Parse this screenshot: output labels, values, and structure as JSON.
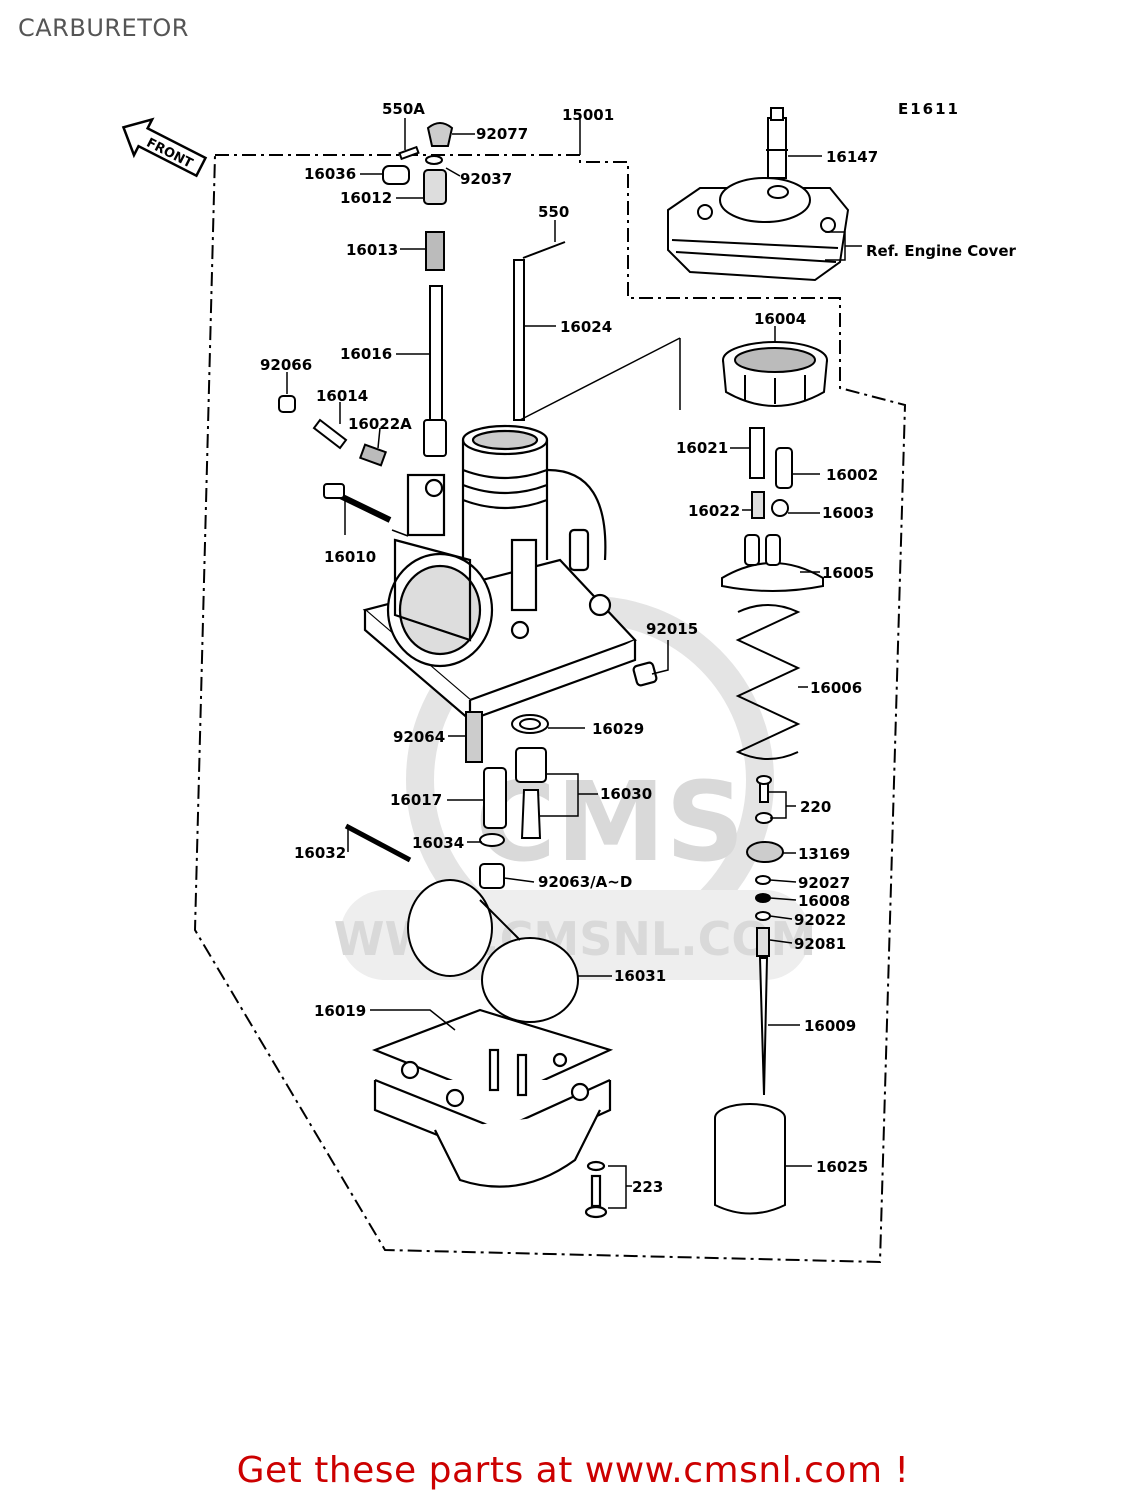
{
  "header": {
    "title": "CARBURETOR",
    "diagram_code": "E1611"
  },
  "front_arrow": "FRONT",
  "watermark": {
    "logo": "CMS",
    "url": "WWW.CMSNL.COM"
  },
  "parts": {
    "p550A": "550A",
    "p92077": "92077",
    "p15001": "15001",
    "p16147": "16147",
    "p16036": "16036",
    "p92037": "92037",
    "p16012": "16012",
    "p550": "550",
    "p16013": "16013",
    "ref_engine_cover": "Ref. Engine Cover",
    "p16004": "16004",
    "p16024": "16024",
    "p16016": "16016",
    "p92066": "92066",
    "p16014": "16014",
    "p16022A": "16022A",
    "p16021": "16021",
    "p16002": "16002",
    "p16022": "16022",
    "p16003": "16003",
    "p16010": "16010",
    "p16005": "16005",
    "p92015": "92015",
    "p16006": "16006",
    "p16029": "16029",
    "p92064": "92064",
    "p16030": "16030",
    "p16017": "16017",
    "p220": "220",
    "p16034": "16034",
    "p16032": "16032",
    "p13169": "13169",
    "p92063": "92063/A~D",
    "p92027": "92027",
    "p16008": "16008",
    "p92022": "92022",
    "p92081": "92081",
    "p16031": "16031",
    "p16019": "16019",
    "p16009": "16009",
    "p16025": "16025",
    "p223": "223"
  },
  "footer": {
    "promo_text": "Get these parts at www.cmsnl.com !"
  }
}
